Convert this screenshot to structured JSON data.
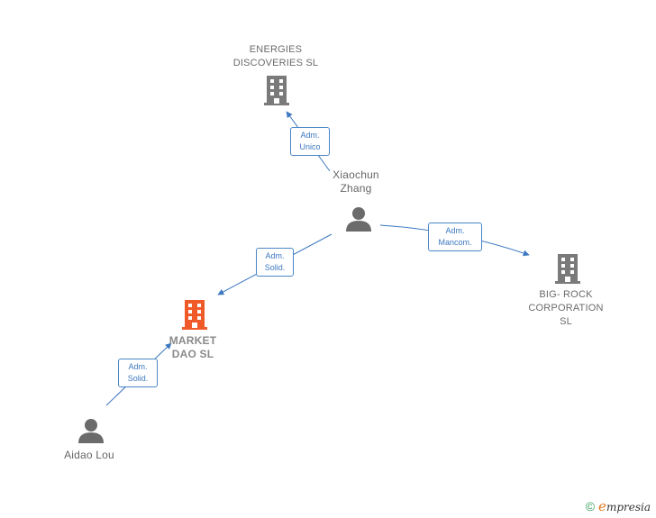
{
  "nodes": {
    "energies": {
      "type": "company",
      "lines": [
        "ENERGIES",
        "DISCOVERIES SL"
      ]
    },
    "xiaochun": {
      "type": "person",
      "lines": [
        "Xiaochun",
        "Zhang"
      ]
    },
    "bigrock": {
      "type": "company",
      "lines": [
        "BIG- ROCK",
        "CORPORATION",
        "SL"
      ]
    },
    "market": {
      "type": "focus",
      "lines": [
        "MARKET",
        "DAO SL"
      ]
    },
    "aidao": {
      "type": "person",
      "lines": [
        "Aidao Lou"
      ]
    }
  },
  "edges": {
    "e1": {
      "lines": [
        "Adm.",
        "Unico"
      ]
    },
    "e2": {
      "lines": [
        "Adm.",
        "Mancom."
      ]
    },
    "e3": {
      "lines": [
        "Adm.",
        "Solid."
      ]
    },
    "e4": {
      "lines": [
        "Adm.",
        "Solid."
      ]
    }
  },
  "colors": {
    "company": "#7a7a7a",
    "focus": "#f05a28",
    "person": "#6b6b6b",
    "edge": "#3c78c0"
  },
  "icons": {
    "company": "building-icon",
    "person": "person-icon"
  },
  "footer": {
    "copyright": "©",
    "brand_initial": "e",
    "brand_rest": "mpresia"
  }
}
